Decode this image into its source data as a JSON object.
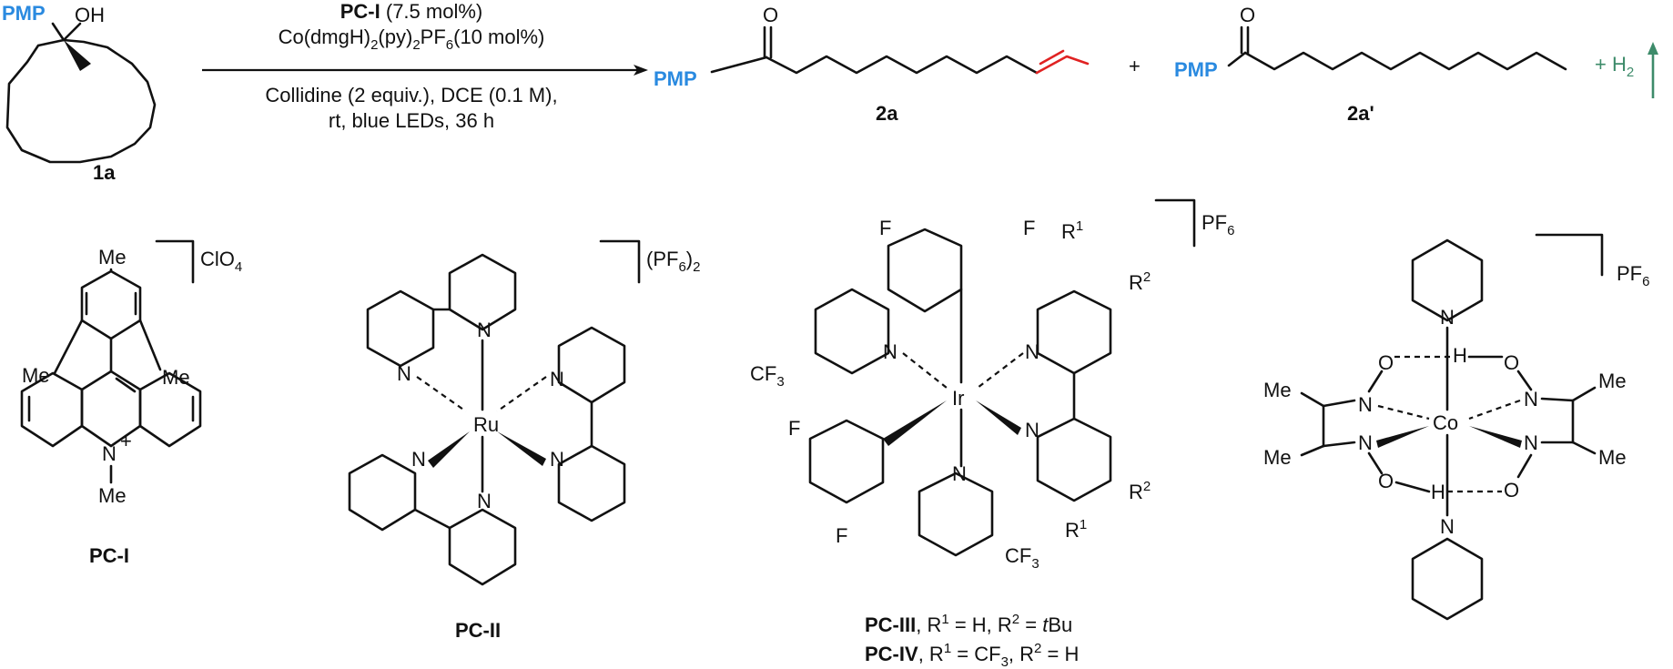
{
  "scheme": {
    "reactant_label": "1a",
    "reactant": {
      "pmp": "PMP",
      "oh": "OH"
    },
    "conditions": {
      "pc_bold": "PC-I",
      "pc_rest": " (7.5 mol%)",
      "co_a": "Co(dmgH)",
      "co_b": "2",
      "co_c": "(py)",
      "co_d": "2",
      "co_e": "PF",
      "co_f": "6",
      "co_g": "(10 mol%)",
      "line3": "Collidine (2 equiv.), DCE (0.1 M),",
      "line4": "rt, blue LEDs, 36 h"
    },
    "product_a": {
      "pmp": "PMP",
      "o": "O",
      "label": "2a"
    },
    "plus": "+",
    "product_b": {
      "pmp": "PMP",
      "o": "O",
      "label": "2a'"
    },
    "byproduct": {
      "text": "+ H",
      "sub": "2"
    },
    "colors": {
      "pmp": "#2a8ae0",
      "alkene": "#e02222",
      "h2": "#3d8b6a"
    }
  },
  "catalysts": {
    "pc1": {
      "label": "PC-I",
      "counterion": "ClO",
      "counterion_sub": "4",
      "me_top": "Me",
      "me_left": "Me",
      "me_right": "Me",
      "n": "N",
      "plus": "+",
      "me_n": "Me"
    },
    "pc2": {
      "label": "PC-II",
      "counterion": "(PF",
      "counterion_sub": "6",
      "counterion_end": ")",
      "counterion_sub2": "2",
      "metal": "Ru",
      "n": "N"
    },
    "pc3": {
      "metal": "Ir",
      "n": "N",
      "f": "F",
      "cf3": "CF",
      "cf3_sub": "3",
      "counterion": "PF",
      "counterion_sub": "6",
      "r1": "R",
      "r1_sup": "1",
      "r2": "R",
      "r2_sup": "2",
      "caption1": {
        "label": "PC-III",
        "a": ", R",
        "a_sup": "1",
        "b": " = H, R",
        "b_sup": "2",
        "c": " = ",
        "c_it": "t",
        "d": "Bu"
      },
      "caption2": {
        "label": "PC-IV",
        "a": ", R",
        "a_sup": "1",
        "b": " = CF",
        "b_sub": "3",
        "c": ", R",
        "c_sup": "2",
        "d": " = H"
      }
    },
    "cobalt": {
      "metal": "Co",
      "n": "N",
      "o": "O",
      "h": "H",
      "me": "Me",
      "counterion": "PF",
      "counterion_sub": "6"
    }
  }
}
